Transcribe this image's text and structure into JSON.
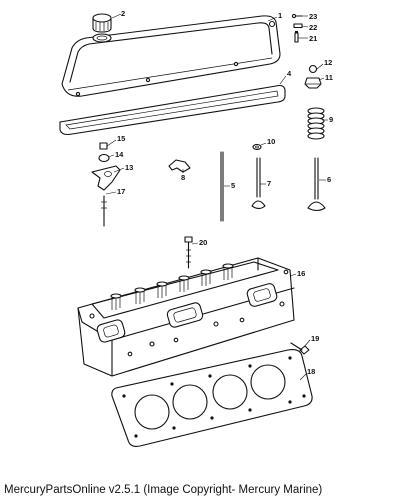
{
  "caption": "MercuryPartsOnline v2.5.1 (Image Copyright- Mercury Marine)",
  "callouts": {
    "c1": "1",
    "c2": "2",
    "c4": "4",
    "c5": "5",
    "c6": "6",
    "c7": "7",
    "c8": "8",
    "c9": "9",
    "c10": "10",
    "c11": "11",
    "c12": "12",
    "c13": "13",
    "c14": "14",
    "c15": "15",
    "c16": "16",
    "c17": "17",
    "c18": "18",
    "c19": "19",
    "c20": "20",
    "c21": "21",
    "c22": "22",
    "c23": "23"
  }
}
